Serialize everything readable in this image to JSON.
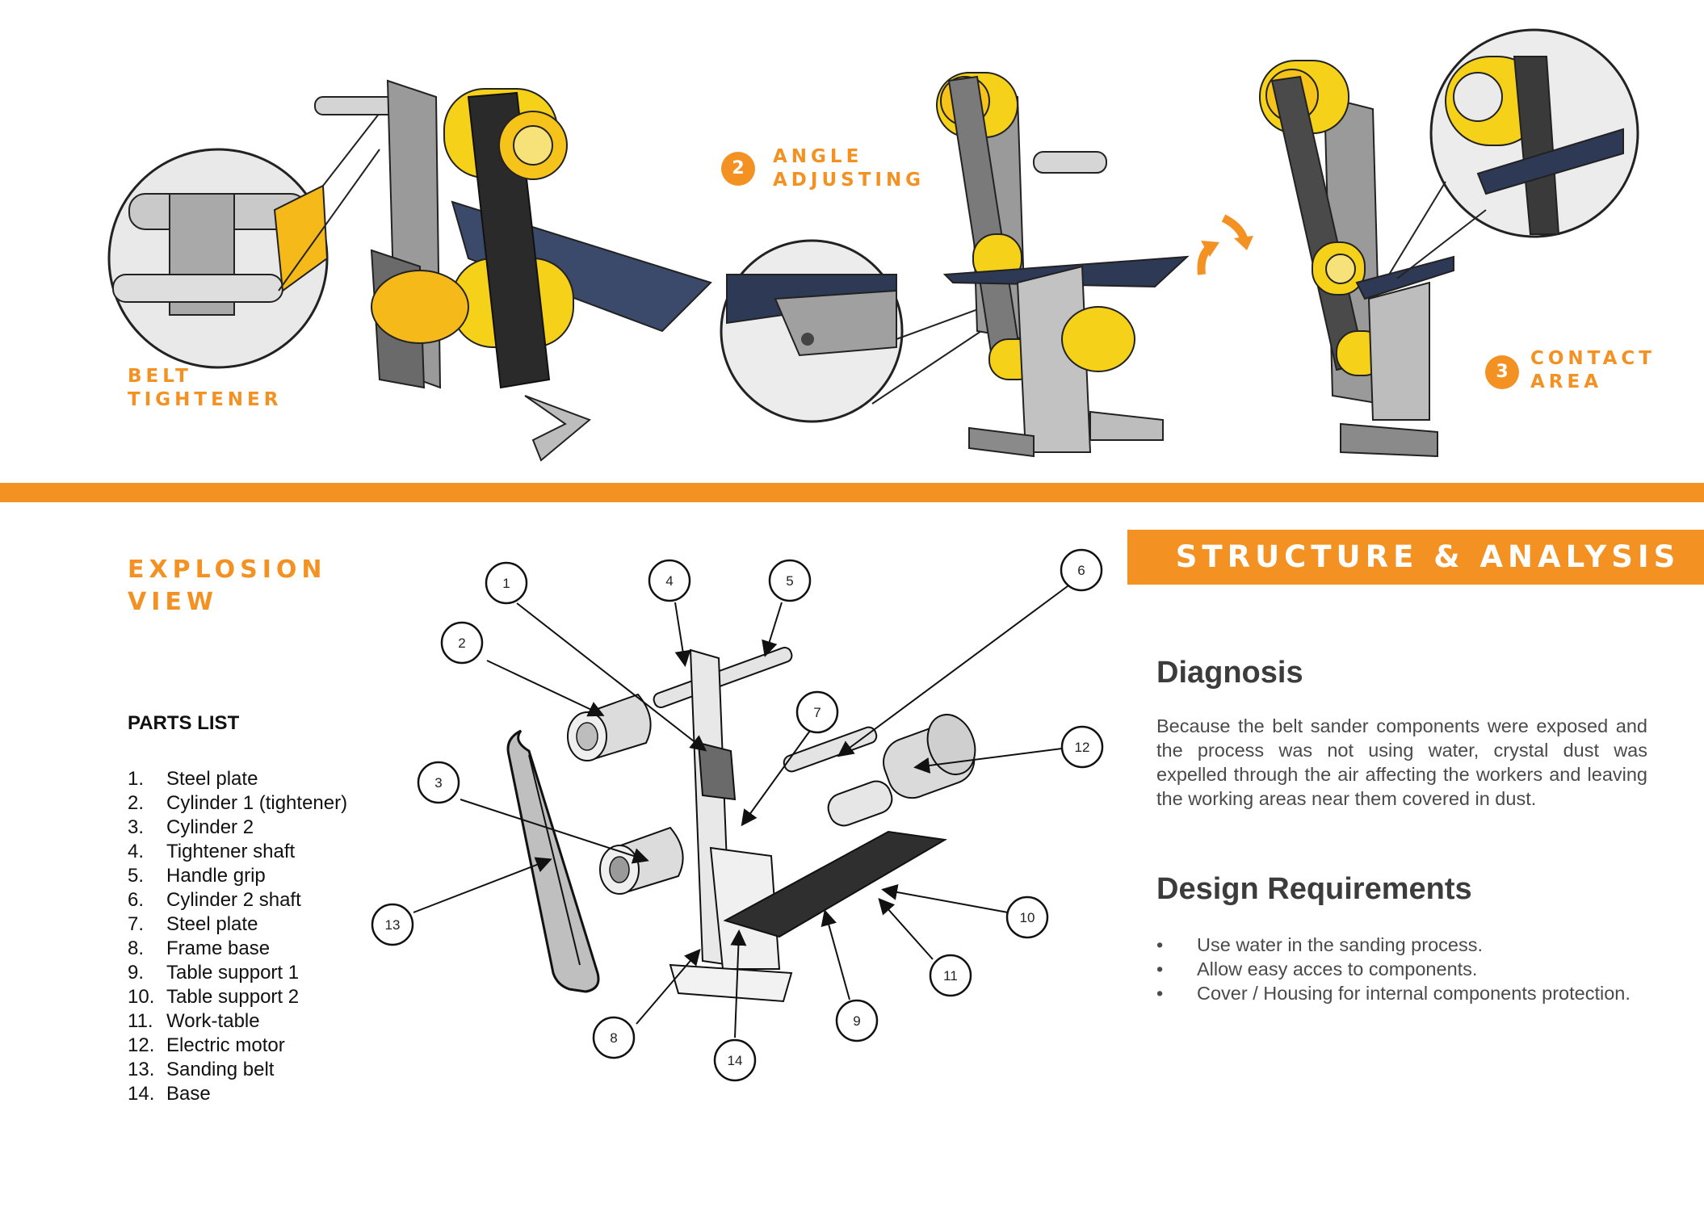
{
  "top_labels": {
    "belt_tightener": [
      "BELT",
      "TIGHTENER"
    ],
    "angle_adjusting": {
      "number": "2",
      "lines": [
        "ANGLE",
        "ADJUSTING"
      ]
    },
    "contact_area": {
      "number": "3",
      "lines": [
        "CONTACT",
        "AREA"
      ]
    }
  },
  "explosion": {
    "lines": [
      "EXPLOSION",
      "VIEW"
    ]
  },
  "parts": {
    "title": "PARTS LIST",
    "items": [
      {
        "num": "1.",
        "name": "Steel plate"
      },
      {
        "num": "2.",
        "name": "Cylinder 1 (tightener)"
      },
      {
        "num": "3.",
        "name": "Cylinder 2"
      },
      {
        "num": "4.",
        "name": "Tightener shaft"
      },
      {
        "num": "5.",
        "name": "Handle grip"
      },
      {
        "num": "6.",
        "name": "Cylinder 2 shaft"
      },
      {
        "num": "7.",
        "name": "Steel plate"
      },
      {
        "num": "8.",
        "name": "Frame base"
      },
      {
        "num": "9.",
        "name": "Table support 1"
      },
      {
        "num": "10.",
        "name": "Table support 2"
      },
      {
        "num": "11.",
        "name": "Work-table"
      },
      {
        "num": "12.",
        "name": "Electric motor"
      },
      {
        "num": "13.",
        "name": "Sanding belt"
      },
      {
        "num": "14.",
        "name": "Base"
      }
    ]
  },
  "callouts": [
    "1",
    "2",
    "3",
    "4",
    "5",
    "6",
    "7",
    "8",
    "9",
    "10",
    "11",
    "12",
    "13",
    "14"
  ],
  "structure_banner": "STRUCTURE & ANALYSIS",
  "diagnosis": {
    "title": "Diagnosis",
    "text": "Because the belt sander components were exposed and the process was not using water, crystal dust was expelled through the air affecting the workers and leaving the working areas near them covered in dust."
  },
  "requirements": {
    "title": "Design Requirements",
    "items": [
      "Use water in the sanding process.",
      "Allow easy acces to components.",
      "Cover / Housing for internal components protection."
    ]
  },
  "colors": {
    "accent": "#f39223",
    "yellow": "#f5d11a",
    "frame_gray": "#8f8f8f",
    "belt": "#2a2a2a"
  }
}
